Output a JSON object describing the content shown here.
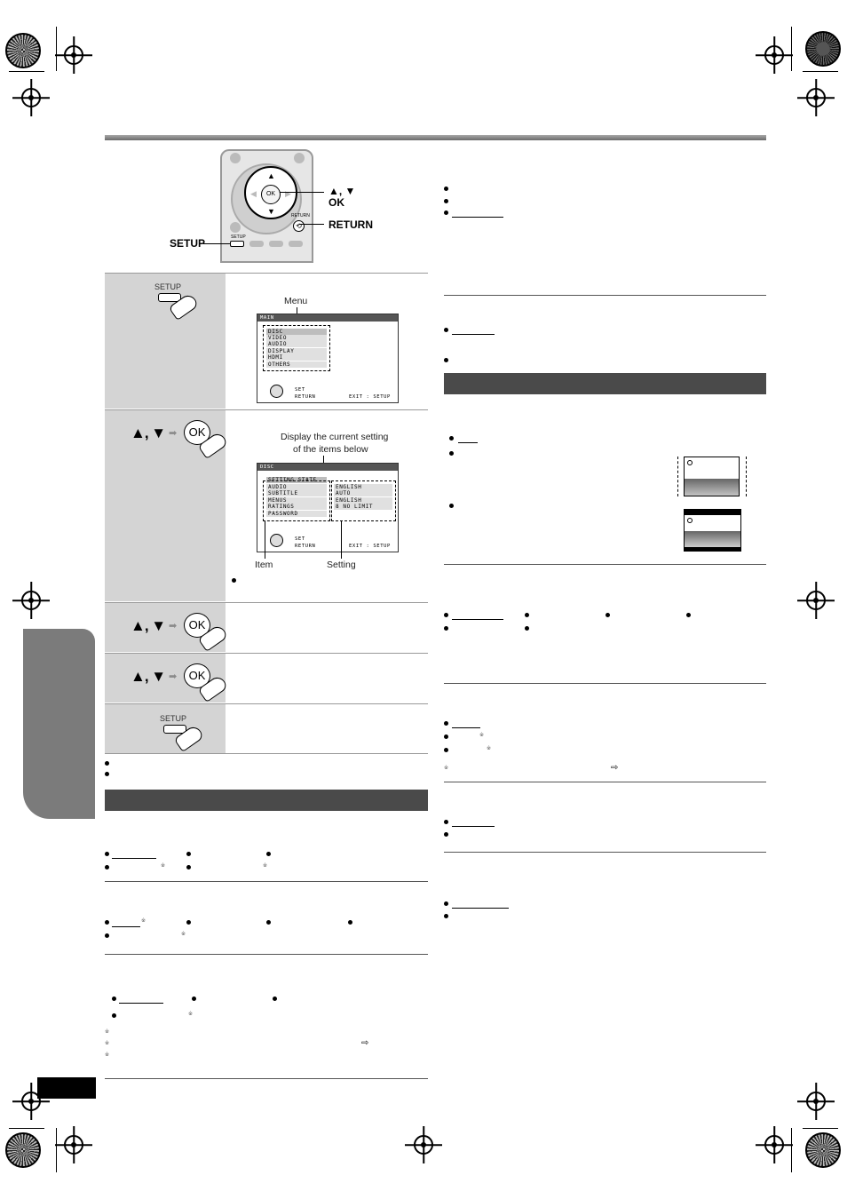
{
  "remote": {
    "up_arrow": "▲",
    "down_arrow": "▼",
    "ok_key": "OK",
    "return_key_label": "RETURN",
    "setup_key_label": "SETUP"
  },
  "callouts": {
    "arrows_ok_line1": "▲, ▼",
    "arrows_ok_line2": "OK",
    "return": "RETURN",
    "setup": "SETUP"
  },
  "steps": [
    {
      "key_label": "SETUP"
    },
    {
      "arrows": "▲, ▼",
      "ok": "OK"
    },
    {
      "arrows": "▲, ▼",
      "ok": "OK"
    },
    {
      "arrows": "▲, ▼",
      "ok": "OK"
    },
    {
      "key_label": "SETUP"
    }
  ],
  "main_menu": {
    "callout": "Menu",
    "header": "MAIN",
    "items": [
      "DISC",
      "VIDEO",
      "AUDIO",
      "DISPLAY",
      "HDMI",
      "OTHERS"
    ],
    "footer_set": "SET",
    "footer_return": "RETURN",
    "footer_exit": "EXIT : SETUP"
  },
  "disc_menu": {
    "callout_line1": "Display the current setting",
    "callout_line2": "of the items below",
    "header": "DISC",
    "state_label": "SETTING STATE",
    "items": [
      "AUDIO",
      "SUBTITLE",
      "MENUS",
      "RATINGS",
      "PASSWORD"
    ],
    "values": [
      "ENGLISH",
      "AUTO",
      "ENGLISH",
      "8 NO LIMIT"
    ],
    "footer_set": "SET",
    "footer_return": "RETURN",
    "footer_exit": "EXIT : SETUP",
    "item_label": "Item",
    "setting_label": "Setting"
  },
  "colors": {
    "panel_gray": "#d4d4d4",
    "section_header": "#4a4a4a",
    "side_tab": "#7b7b7b"
  },
  "icons": [
    "ok-hand-icon",
    "setup-hand-icon",
    "return-arrow-icon",
    "reference-arrow-icon"
  ]
}
